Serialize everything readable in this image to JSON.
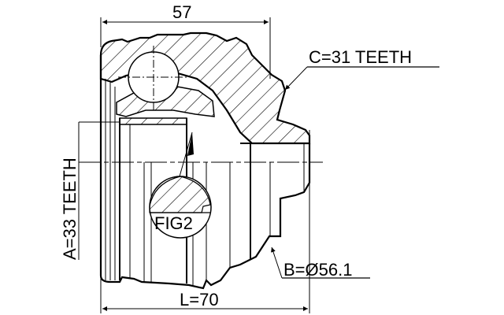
{
  "drawing": {
    "title": "CV joint technical drawing",
    "dimensions": {
      "width_top": "57",
      "length_bottom": "L=70"
    },
    "callouts": {
      "a": "A=33 TEETH",
      "b": "B=Ø56.1",
      "c": "C=31 TEETH",
      "fig": "FIG2"
    },
    "colors": {
      "line": "#000000",
      "background": "#ffffff"
    }
  }
}
